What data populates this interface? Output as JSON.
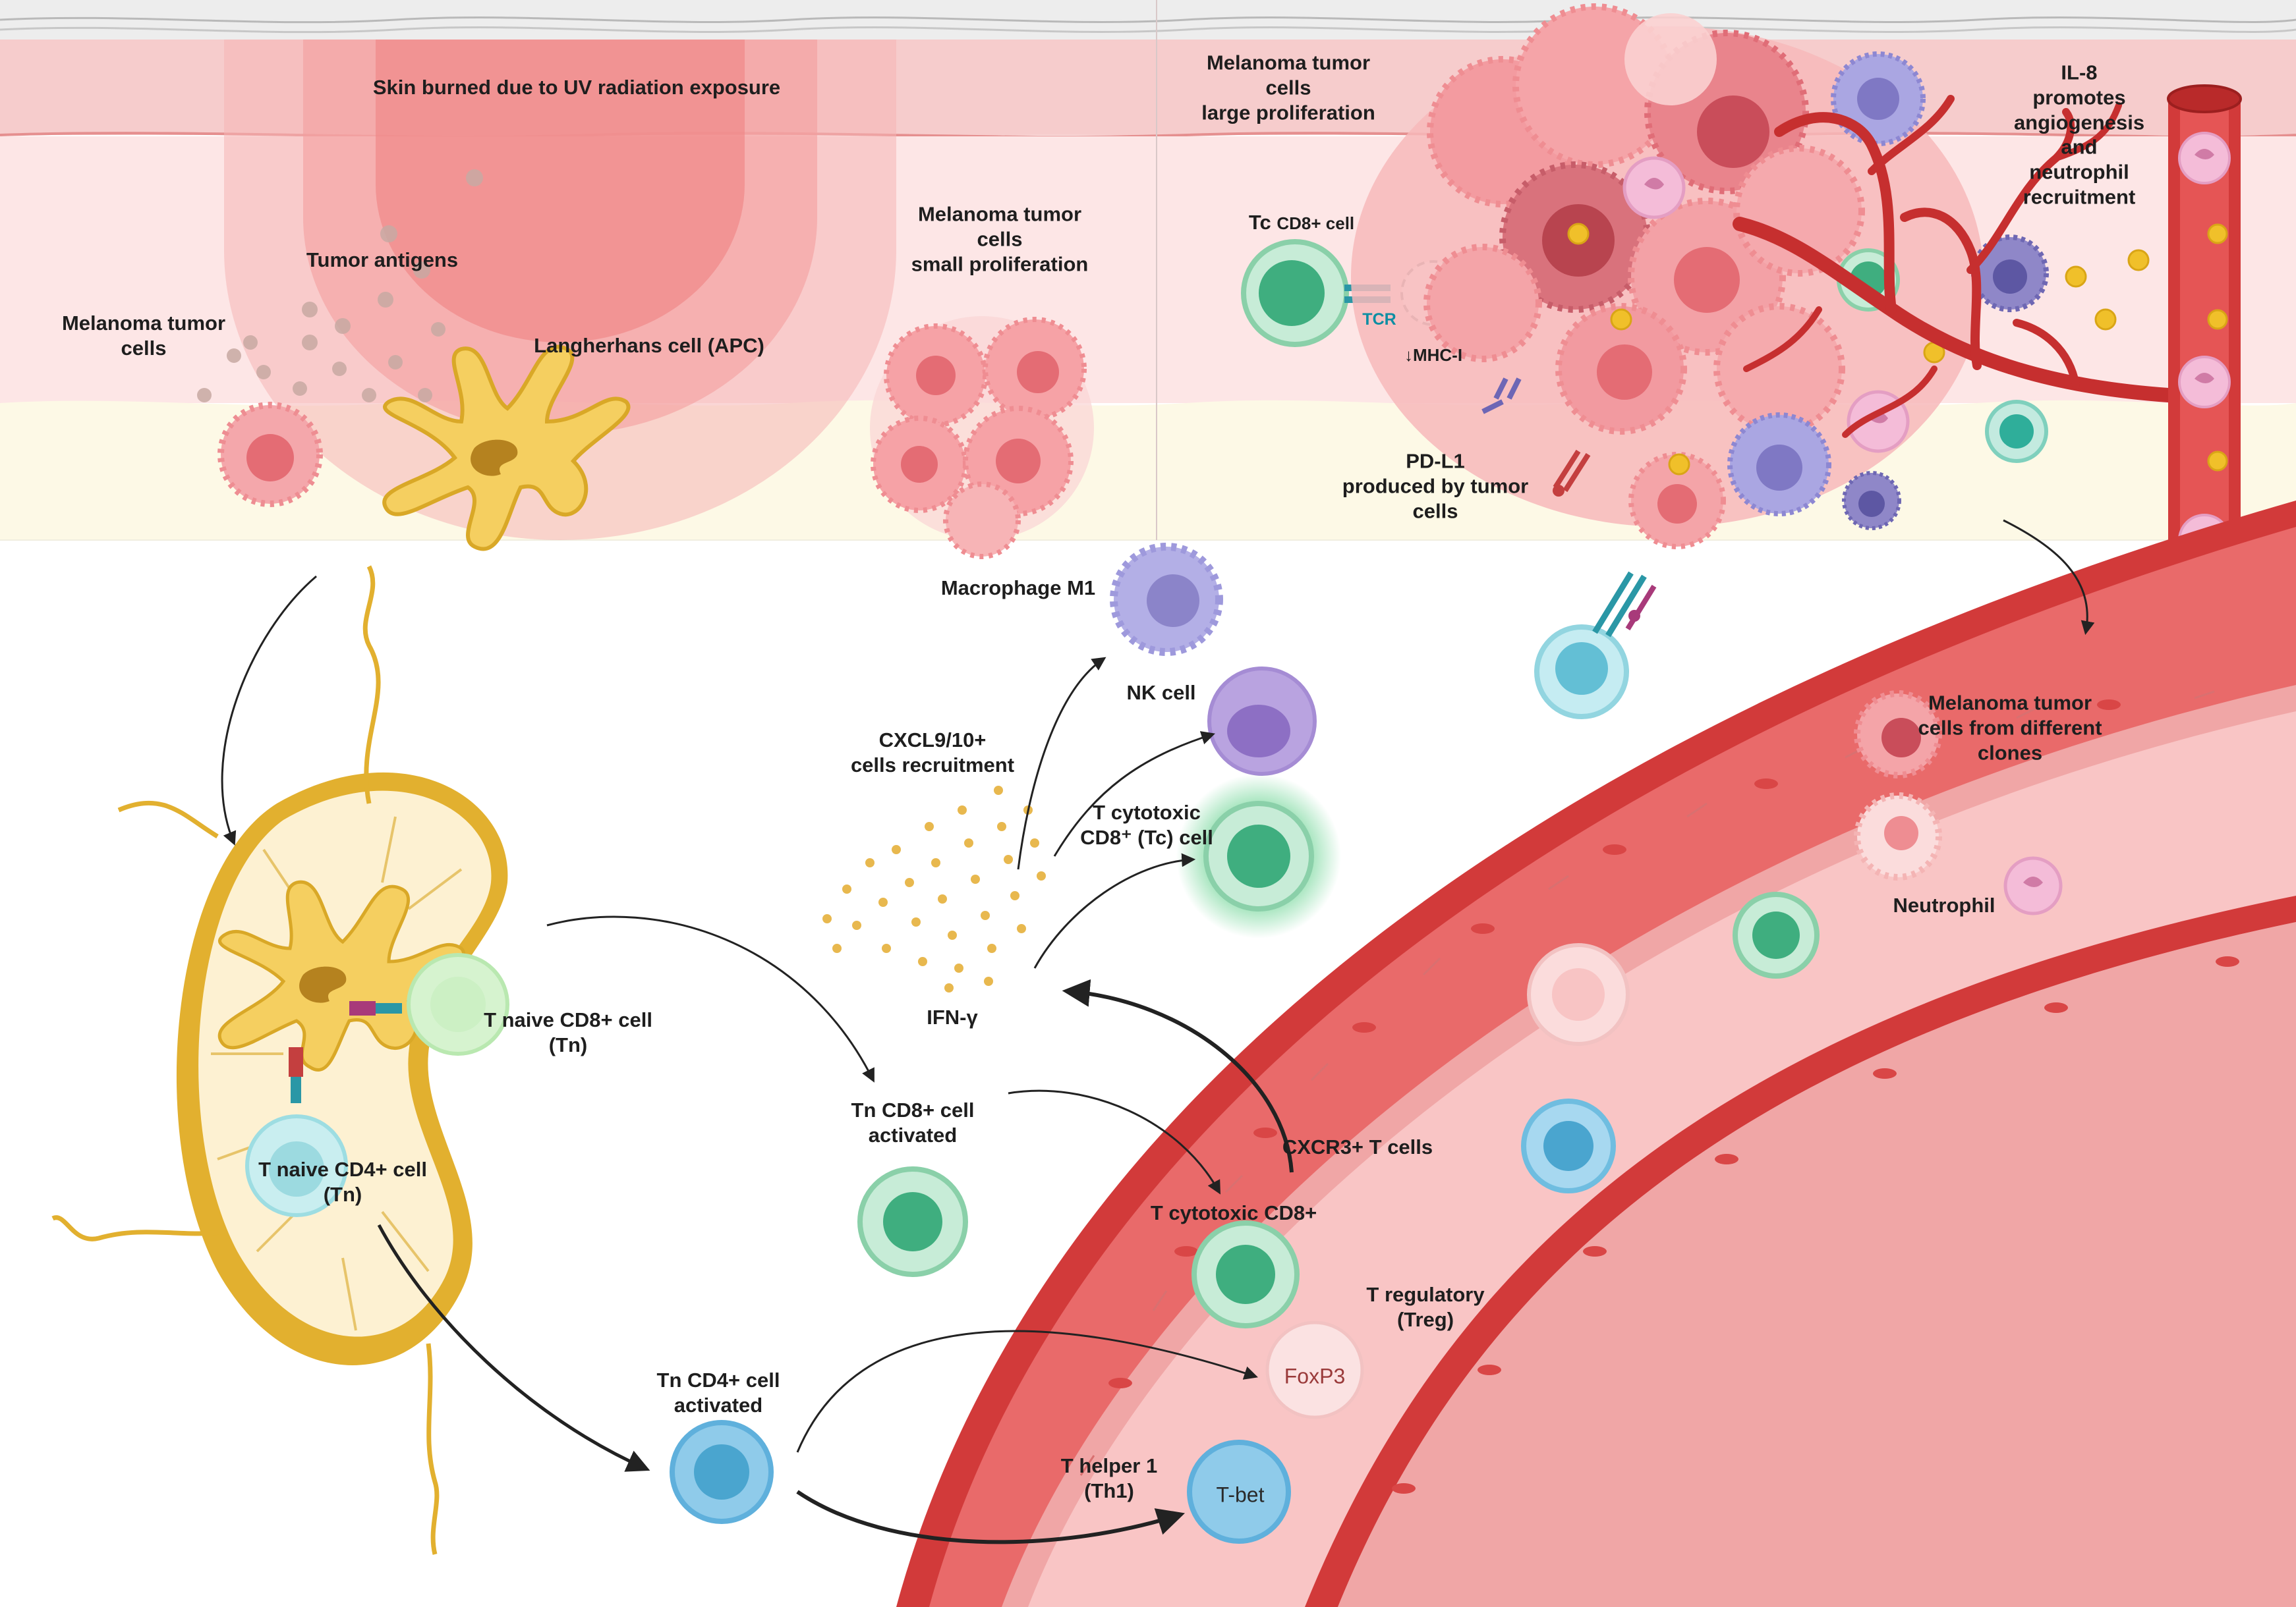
{
  "labels": {
    "skin_burned": "Skin burned due to UV radiation exposure",
    "tumor_antigens": "Tumor antigens",
    "melanoma_left": [
      "Melanoma tumor",
      "cells"
    ],
    "langerhans": "Langherhans cell (APC)",
    "melanoma_small": [
      "Melanoma tumor",
      "cells",
      "small proliferation"
    ],
    "melanoma_large": [
      "Melanoma tumor",
      "cells",
      "large proliferation"
    ],
    "tc_cd8_prefix": "Tc",
    "tc_cd8_suffix": "CD8+ cell",
    "tcr": "TCR",
    "mhc": "↓MHC-I",
    "pdl1": [
      "PD-L1",
      "produced by tumor",
      "cells"
    ],
    "il8": [
      "IL-8",
      "promotes",
      "angiogenesis",
      "and",
      "neutrophil",
      "recruitment"
    ],
    "macrophage": "Macrophage M1",
    "nk": "NK cell",
    "cxcl": [
      "CXCL9/10+",
      "cells recruitment"
    ],
    "tcytotoxic_tc": [
      "T cytotoxic",
      "CD8⁺ (Tc) cell"
    ],
    "ifn": "IFN-γ",
    "t_naive_cd8": [
      "T naive CD8+ cell",
      "(Tn)"
    ],
    "t_naive_cd4": [
      "T naive CD4+ cell",
      "(Tn)"
    ],
    "tn_cd8_activated": [
      "Tn CD8+ cell",
      "activated"
    ],
    "tn_cd4_activated": [
      "Tn CD4+ cell",
      "activated"
    ],
    "cxcr3": "CXCR3+ T cells",
    "t_cytotoxic_cd8": "T cytotoxic CD8+",
    "t_regulatory": [
      "T regulatory",
      "(Treg)"
    ],
    "foxp3": "FoxP3",
    "t_helper": [
      "T helper 1",
      "(Th1)"
    ],
    "tbet": "T-bet",
    "melanoma_clones": [
      "Melanoma tumor",
      "cells from different",
      "clones"
    ],
    "neutrophil": "Neutrophil"
  },
  "colors": {
    "skin_top": "#f6cccc",
    "skin_mid": "#fde6e6",
    "skin_low": "#fdf9e6",
    "burn": "#ef8c8c",
    "vessel_wall": "#d23a3a",
    "vessel_lumen": "#f9c5c5",
    "lymph_node": "#e2b02f",
    "tumor_cell": "#ee8d92",
    "t_cd8": "#4fb386",
    "t_cd4": "#5fb7e0",
    "naive_cd8": "#c4eebd",
    "naive_cd4": "#b7e6e8",
    "macrophage": "#a6a2de",
    "nk": "#9f86d1",
    "neutrophil": "#f3b8d8",
    "ifn": "#e8b84e",
    "treg": "#fbe2e2"
  }
}
